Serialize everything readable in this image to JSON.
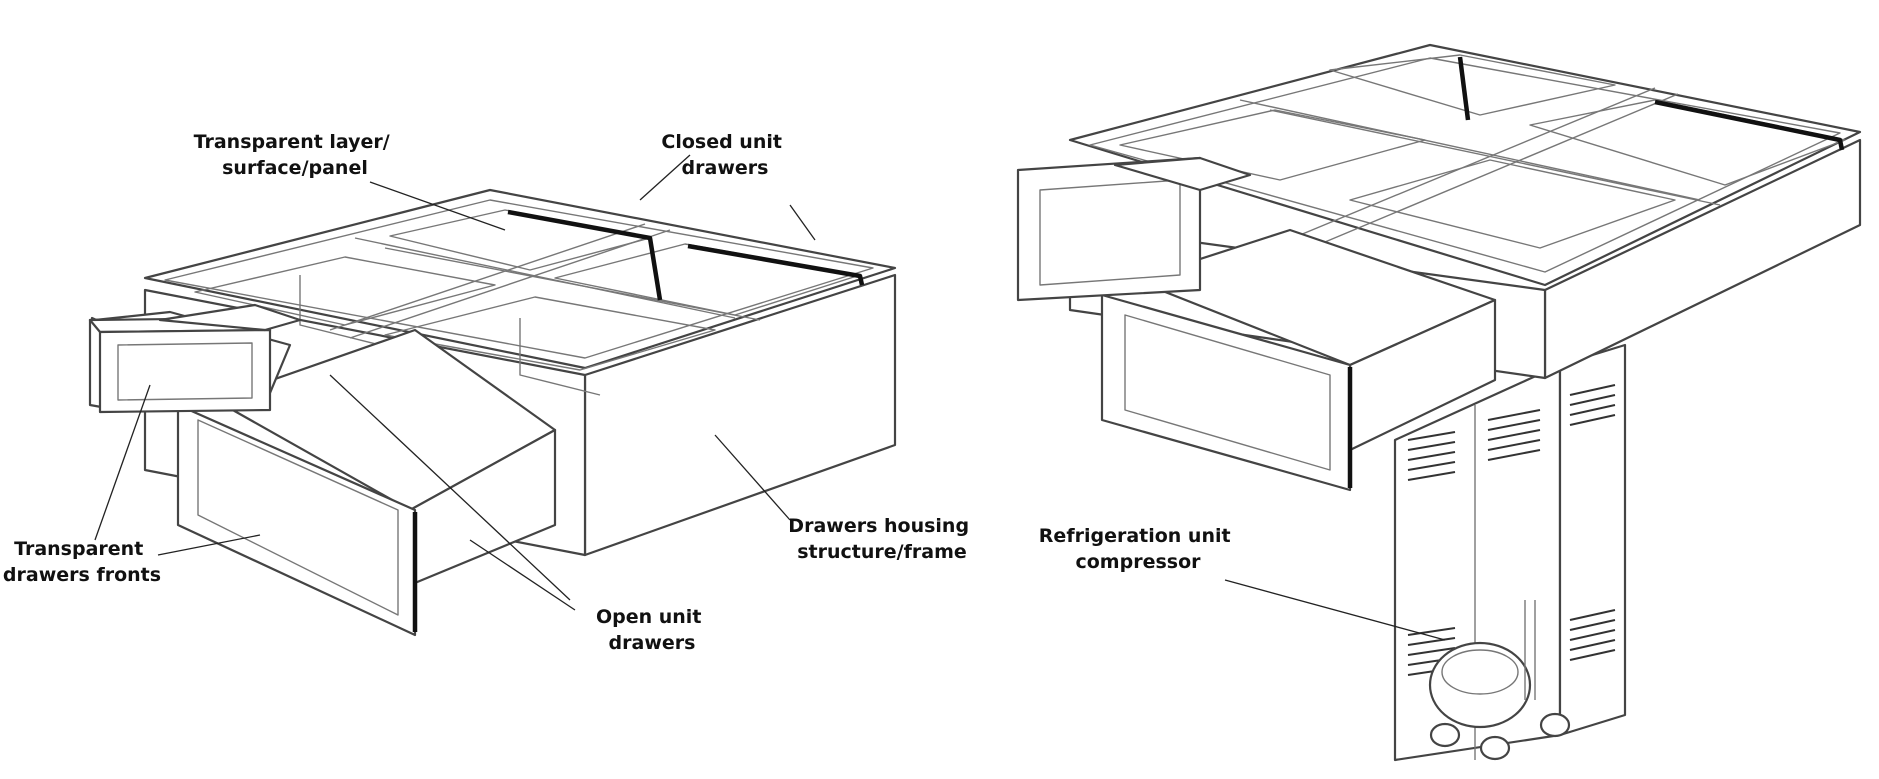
{
  "figure_left": {
    "labels": {
      "transparent_layer_line1": "Transparent layer/",
      "transparent_layer_line2": "surface/panel",
      "closed_drawers_line1": "Closed unit",
      "closed_drawers_line2": "drawers",
      "housing_line1": "Drawers housing",
      "housing_line2": "structure/frame",
      "fronts_line1": "Transparent",
      "fronts_line2": "drawers fronts",
      "open_drawers_line1": "Open unit",
      "open_drawers_line2": "drawers"
    }
  },
  "figure_right": {
    "labels": {
      "compressor_line1": "Refrigeration unit",
      "compressor_line2": "compressor"
    }
  }
}
